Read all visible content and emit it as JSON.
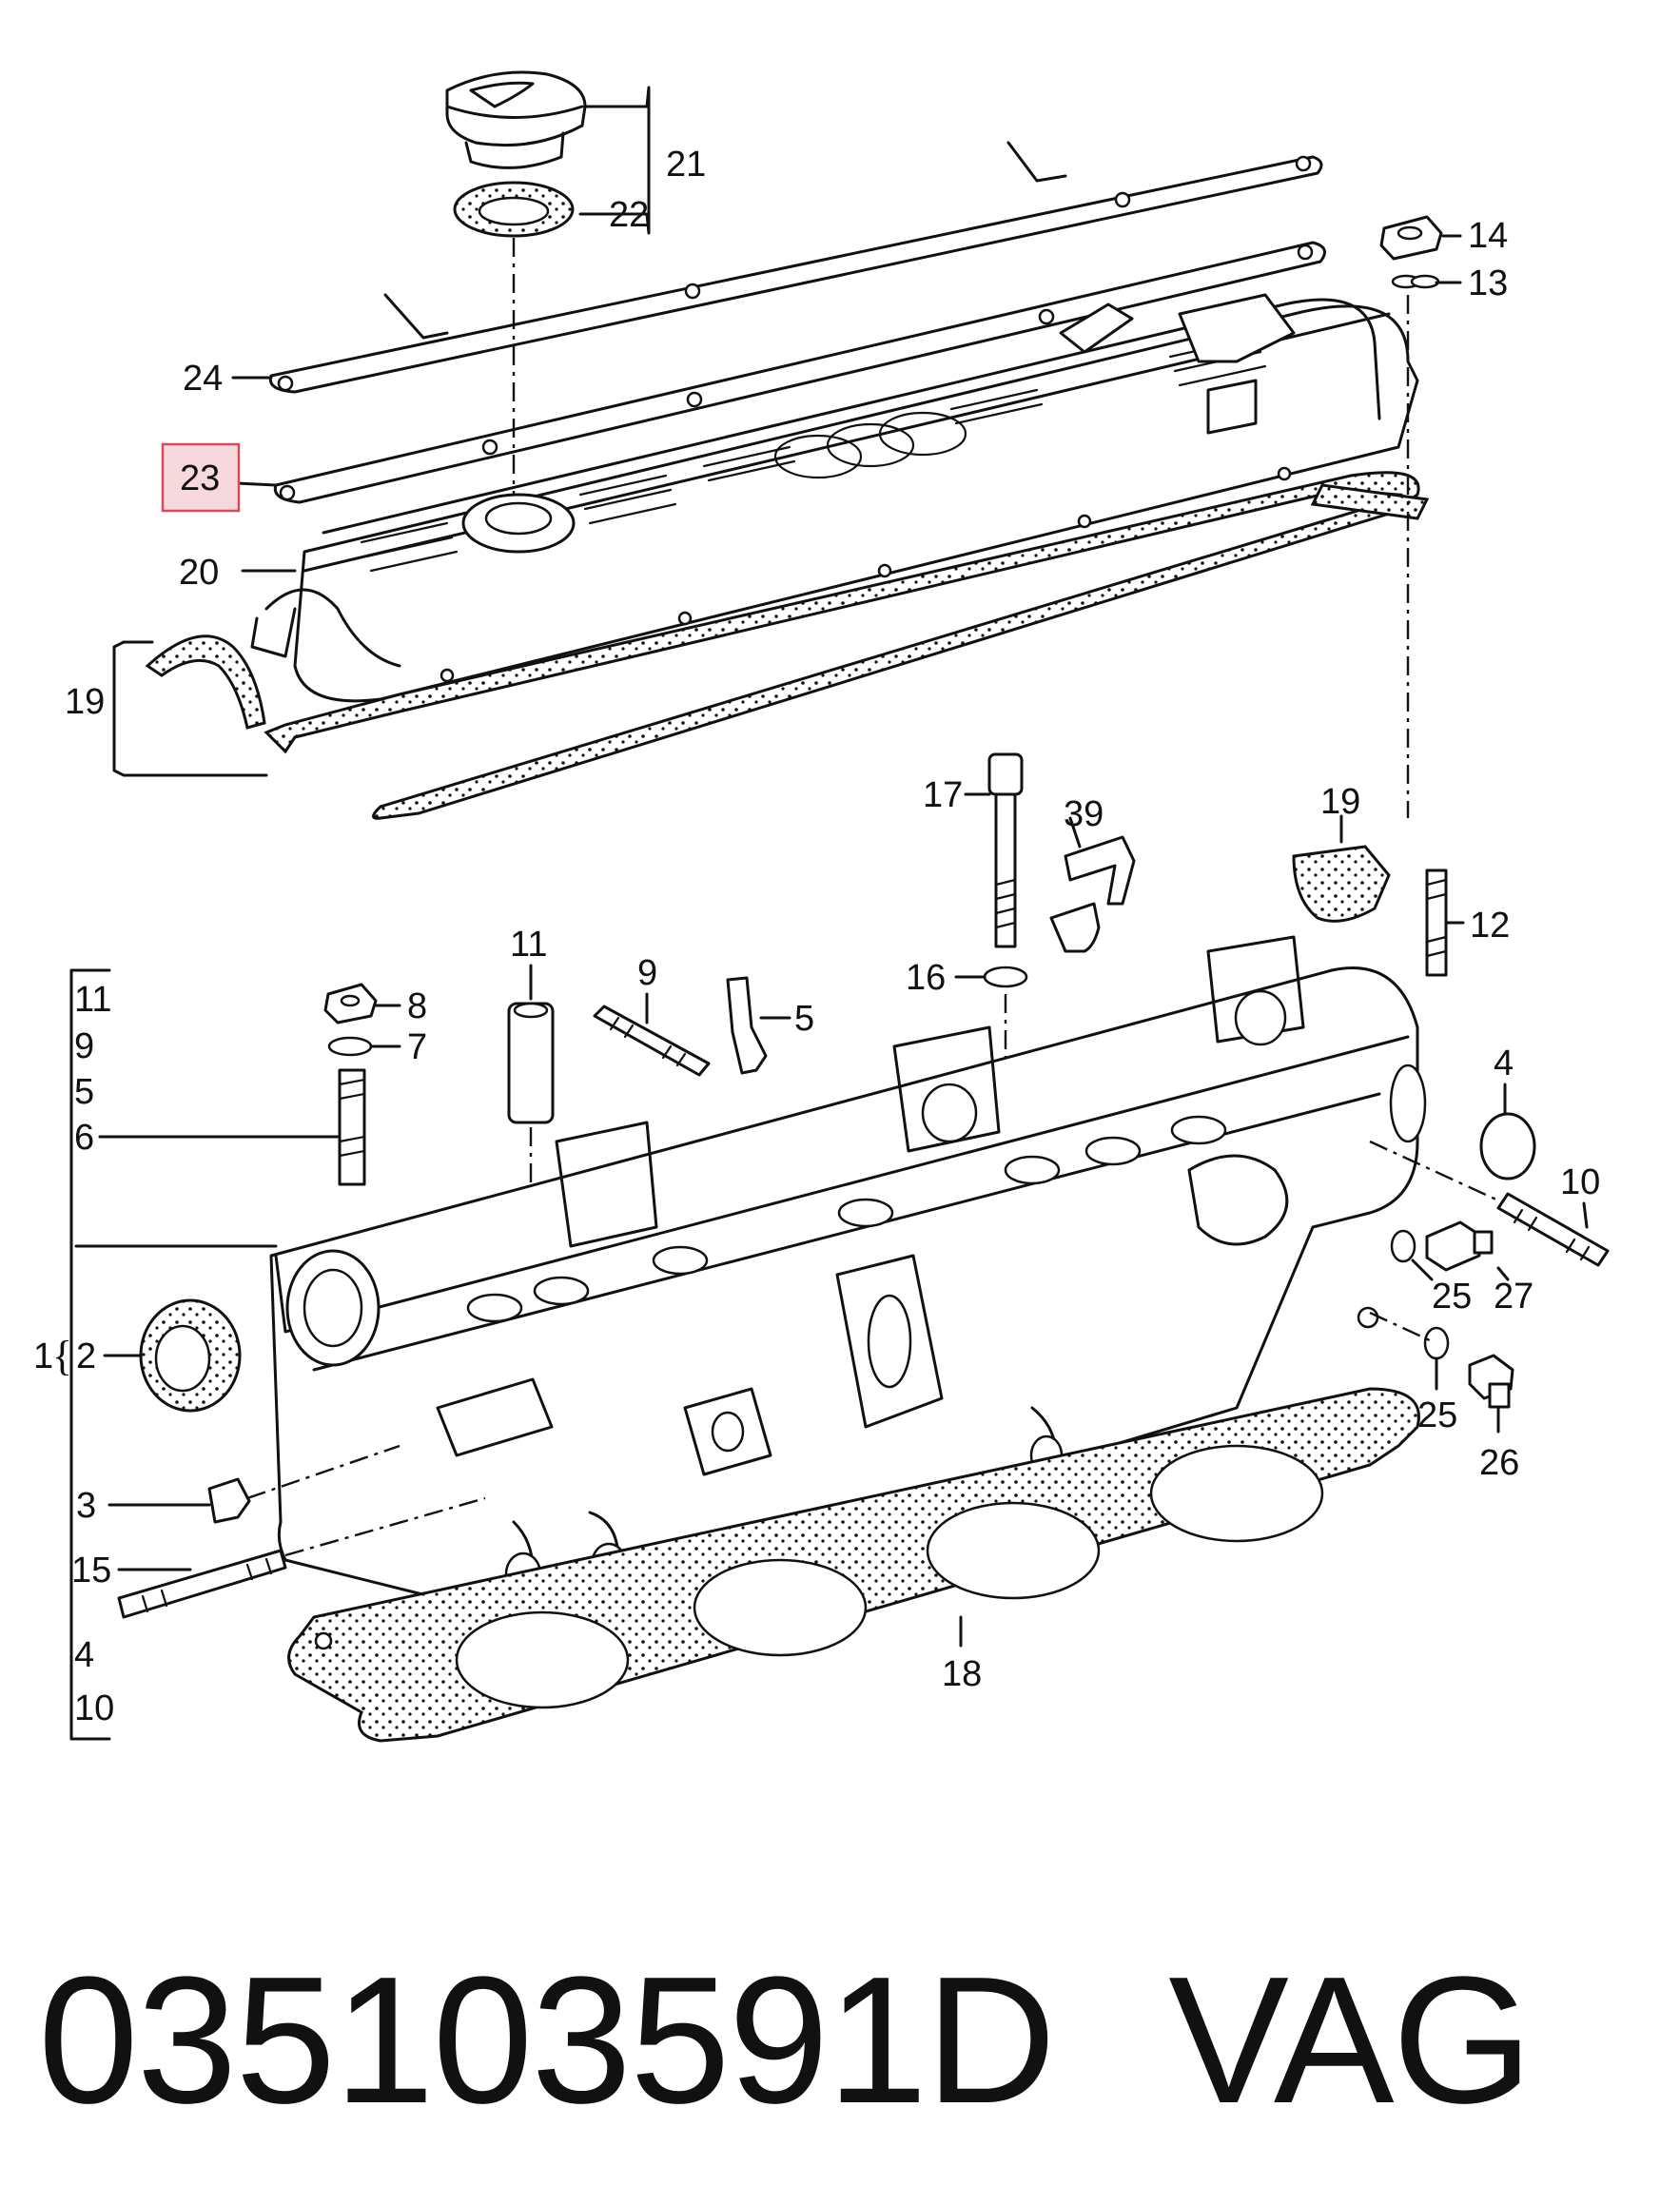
{
  "diagram": {
    "callouts": {
      "c21": "21",
      "c22": "22",
      "c24": "24",
      "c23": "23",
      "c20": "20",
      "c19a": "19",
      "c14": "14",
      "c13": "13",
      "c17": "17",
      "c39": "39",
      "c19b": "19",
      "c12": "12",
      "c16": "16",
      "c11": "11",
      "c9": "9",
      "c5": "5",
      "c8": "8",
      "c7": "7",
      "c4": "4",
      "c10": "10",
      "c25a": "25",
      "c27": "27",
      "c25b": "25",
      "c26": "26",
      "c2": "2",
      "c3": "3",
      "c15": "15",
      "c18": "18",
      "c1": "1",
      "c6": "6"
    },
    "stack_list": [
      "11",
      "9",
      "5",
      "6",
      "4",
      "10"
    ],
    "highlighted_callout": "23"
  },
  "footer": {
    "part_number": "035103591D",
    "brand": "VAG"
  }
}
